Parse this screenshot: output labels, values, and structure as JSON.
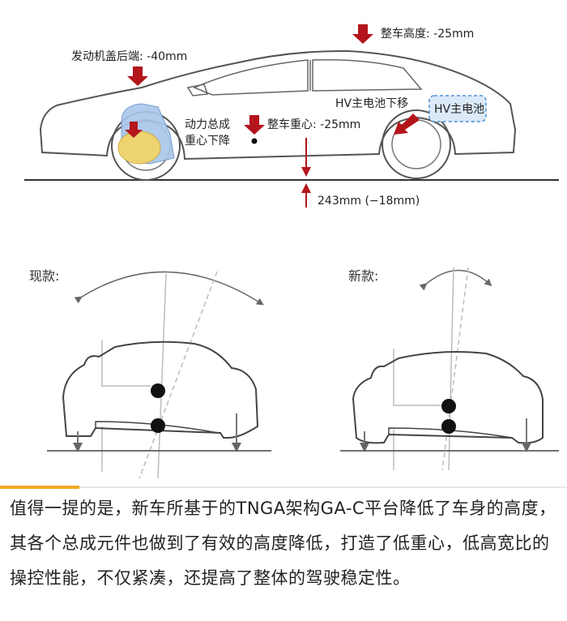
{
  "top_diagram": {
    "labels": {
      "hood_rear": "发动机盖后端: -40mm",
      "roof_height": "整车高度: -25mm",
      "hv_battery_move": "HV主电池下移",
      "hv_battery": "HV主电池",
      "powertrain_line1": "动力总成",
      "powertrain_line2": "重心下降",
      "vehicle_cog": "整车重心: -25mm",
      "ground_clearance": "243mm (−18mm)"
    }
  },
  "comparison": {
    "current_label": "现款:",
    "new_label": "新款:"
  },
  "colors": {
    "arrow_red": "#b3151b",
    "body_line": "#444444",
    "battery_blue": "#4a90d9",
    "battery_fill": "#dbe9f8",
    "engine_blue": "#a9c6ea",
    "engine_yellow": "#f2d56a",
    "accent": "#f5a623"
  },
  "article": {
    "text": "值得一提的是，新车所基于的TNGA架构GA-C平台降低了车身的高度，其各个总成元件也做到了有效的高度降低，打造了低重心，低高宽比的操控性能，不仅紧凑，还提高了整体的驾驶稳定性。"
  }
}
